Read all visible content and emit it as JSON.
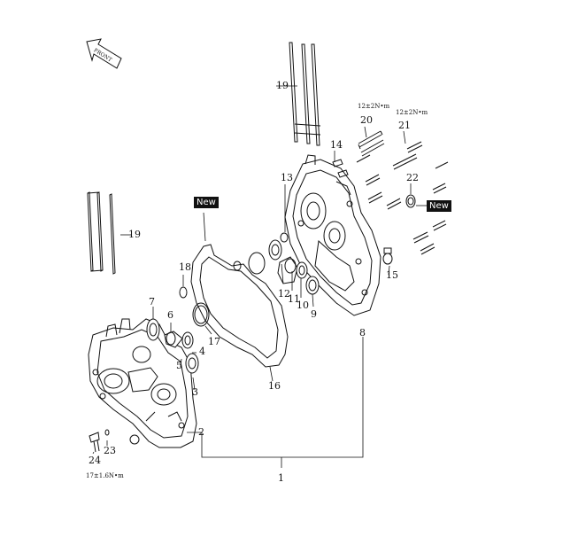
{
  "callouts": {
    "c1": "1",
    "c2": "2",
    "c3": "3",
    "c4": "4",
    "c5": "5",
    "c6": "6",
    "c7": "7",
    "c8": "8",
    "c9": "9",
    "c10": "10",
    "c11": "11",
    "c12": "12",
    "c13": "13",
    "c14": "14",
    "c15": "15",
    "c16": "16",
    "c17": "17",
    "c18": "18",
    "c19a": "19",
    "c19b": "19",
    "c20": "20",
    "c21": "21",
    "c22": "22",
    "c23": "23",
    "c24": "24"
  },
  "torques": {
    "t20": "12±2N•m",
    "t21": "12±2N•m",
    "t24": "17±1.6N•m"
  },
  "badges": {
    "gasket_new": "New",
    "seal_new": "New"
  },
  "front_arrow": "FRONT"
}
